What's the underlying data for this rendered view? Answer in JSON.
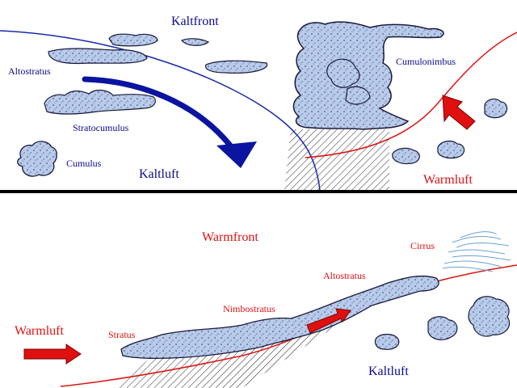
{
  "cold_front": {
    "title": "Kaltfront",
    "cold_air_label": "Kaltluft",
    "warm_air_label": "Warmluft",
    "clouds": {
      "altostratus": "Altostratus",
      "stratocumulus": "Stratocumulus",
      "cumulus": "Cumulus",
      "cumulonimbus": "Cumulonimbus"
    }
  },
  "warm_front": {
    "title": "Warmfront",
    "cold_air_label": "Kaltluft",
    "warm_air_label": "Warmluft",
    "clouds": {
      "cirrus": "Cirrus",
      "altostratus": "Altostratus",
      "nimbostratus": "Nimbostratus",
      "stratus": "Stratus"
    }
  },
  "colors": {
    "cold_text": "#0a0a8c",
    "warm_text": "#e01010",
    "cloud_fill": "#b9cbea",
    "cold_arrow": "#0a14a0",
    "warm_arrow": "#e01010",
    "divider": "#000000"
  }
}
